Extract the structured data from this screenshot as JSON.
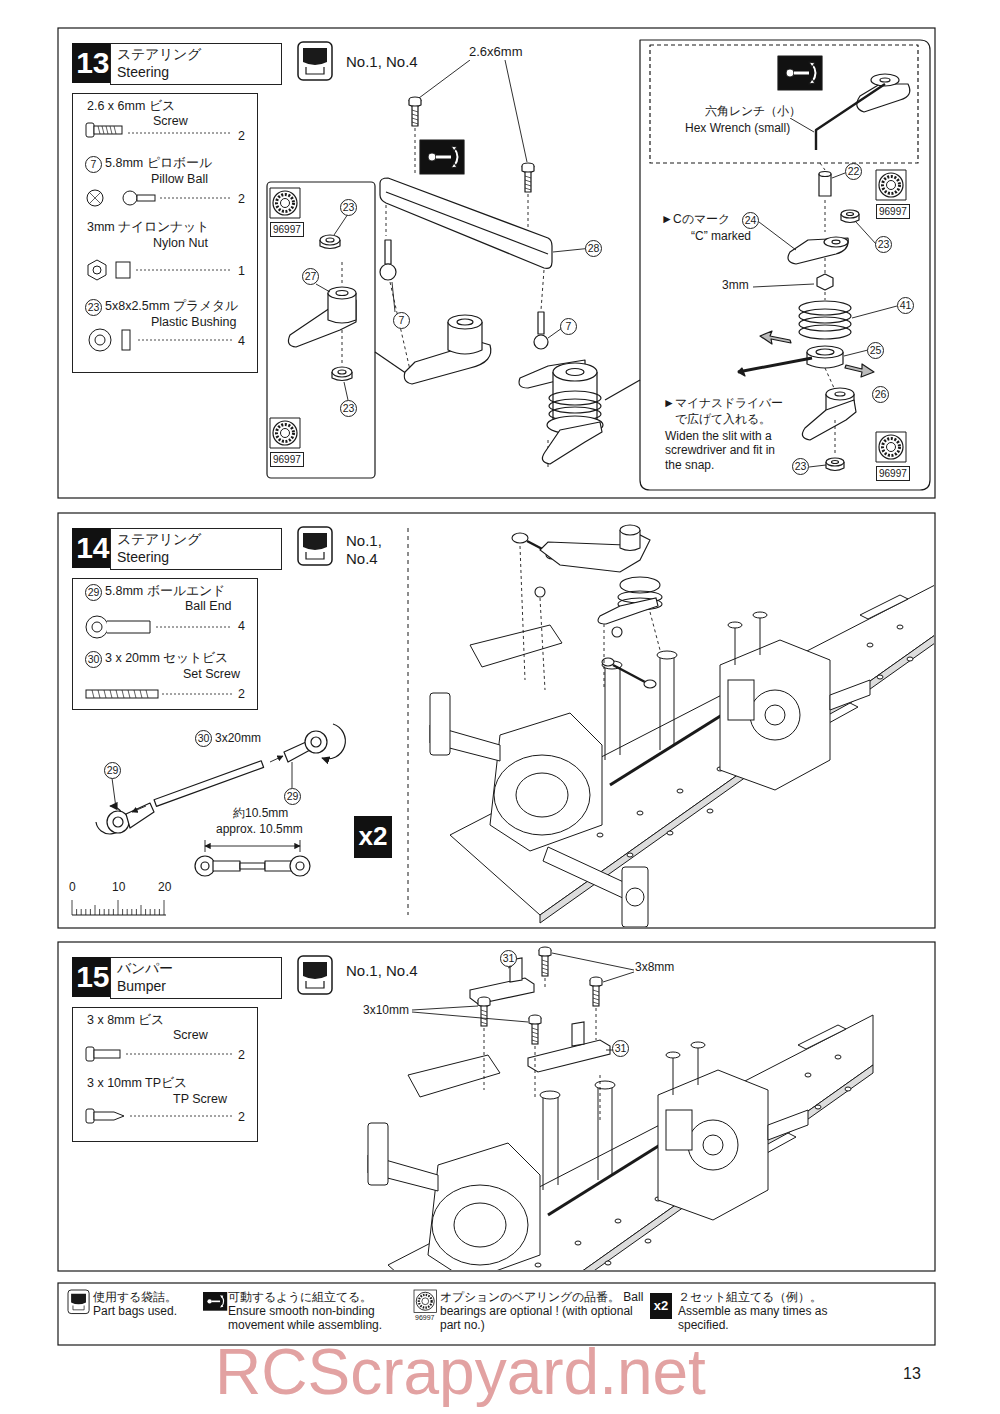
{
  "diagram": {
    "nodes": [
      {
        "text": [
          "13"
        ]
      },
      {
        "text": [
          "ステアリング",
          "Steering"
        ]
      },
      {
        "text": [
          "2.6 x 6mm ビス",
          "Screw",
          "2",
          "7",
          "5.8mm ピロボール",
          "Pillow Ball",
          "2",
          "3mm ナイロンナット",
          "Nylon Nut",
          "1",
          "23",
          "5x8x2.5mm プラメタル",
          "Plastic Bushing",
          "4"
        ]
      },
      {
        "text": [
          "14"
        ]
      },
      {
        "text": [
          "ステアリング",
          "Steering"
        ]
      },
      {
        "text": [
          "29",
          "5.8mm ボールエンド",
          "Ball End",
          "4",
          "30",
          "3 x 20mm セットビス",
          "Set Screw",
          "2"
        ]
      },
      {
        "text": [
          "15"
        ]
      },
      {
        "text": [
          "バンパー",
          "Bumper"
        ]
      },
      {
        "text": [
          "3 x 8mm ビス",
          "Screw",
          "2",
          "3 x 10mm TPビス",
          "TP Screw",
          "2"
        ]
      }
    ],
    "labels": [
      "No.1, No.4",
      "2.6x6mm",
      "23",
      "96997",
      "27",
      "7",
      "23",
      "96997",
      "28",
      "7",
      "六角レンチ（小）",
      "Hex Wrench (small)",
      "22",
      "96997",
      "►Cのマーク",
      "24",
      "“C” marked",
      "23",
      "3mm",
      "41",
      "25",
      "►マイナスドライバー",
      "で広げて入れる。",
      "26",
      "Widen the slit with a screwdriver and fit in the snap.",
      "23",
      "96997",
      "No.1, No.4",
      "30",
      "3x20mm",
      "29",
      "29",
      "約10.5mm",
      "approx. 10.5mm",
      "x2",
      "0",
      "10",
      "20",
      "No.1, No.4",
      "31",
      "3x8mm",
      "3x10mm",
      "31",
      "96997",
      "x2",
      "13",
      "RCScrapyard.net"
    ],
    "legend": [
      {
        "text": "使用する袋詰。 Part bags used."
      },
      {
        "text": "可動するように組立てる。 Ensure smooth non-binding movement while assembling."
      },
      {
        "text": "オプションのベアリングの品番。 Ball bearings are optional ! (with optional part no.)"
      },
      {
        "text": "２セット組立てる（例）。 Assemble as many times as specified."
      }
    ]
  }
}
